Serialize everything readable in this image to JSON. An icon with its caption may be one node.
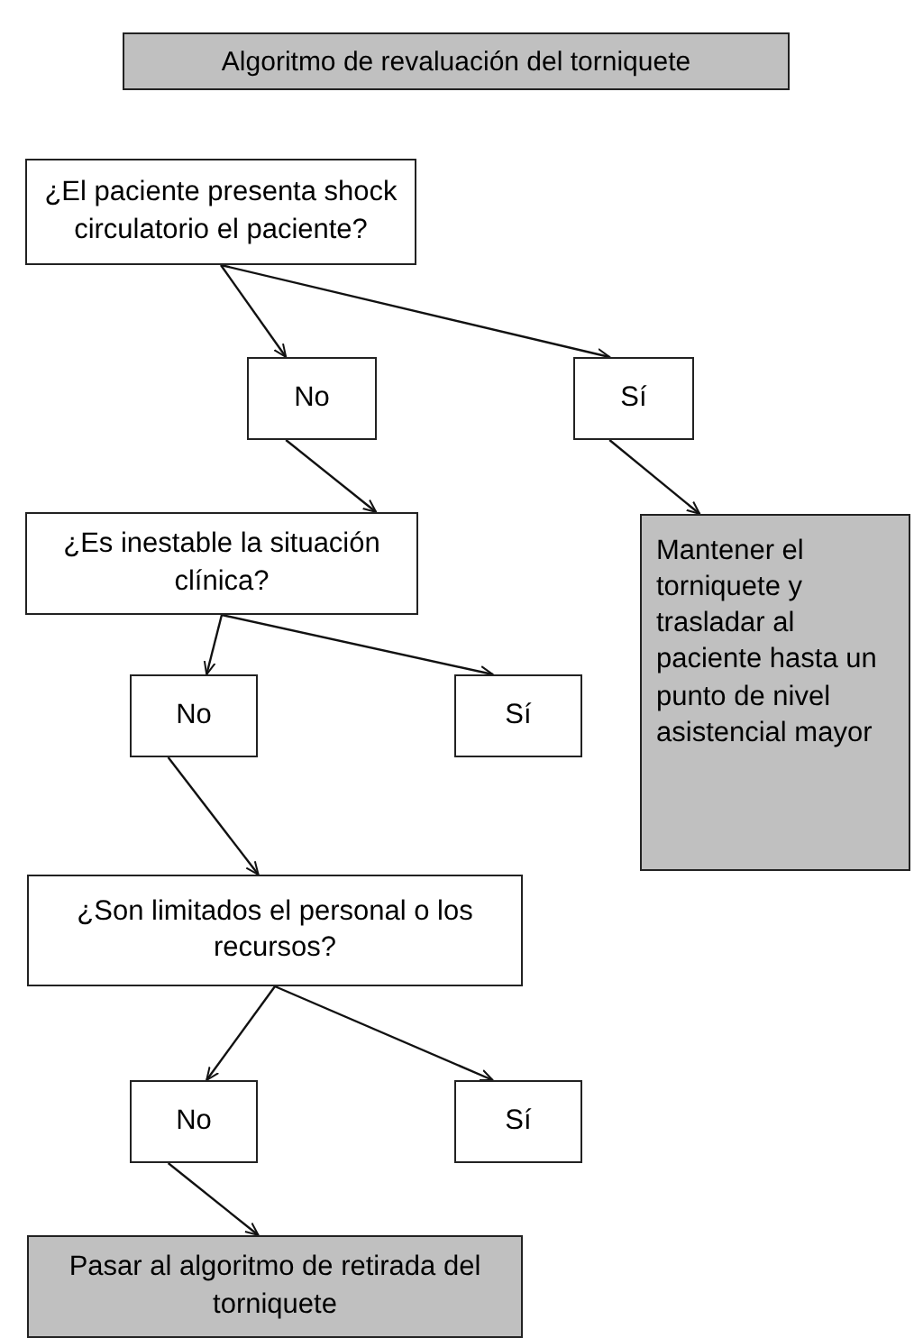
{
  "diagram": {
    "title": "Algoritmo de revaluación del torniquete",
    "nodes": [
      {
        "text": [
          "¿El paciente presenta shock circulatorio el paciente?"
        ]
      },
      {
        "text": [
          "No"
        ]
      },
      {
        "text": [
          "Sí"
        ]
      },
      {
        "text": [
          "¿Es inestable la situación clínica?"
        ]
      },
      {
        "text": [
          "No"
        ]
      },
      {
        "text": [
          "Sí"
        ]
      },
      {
        "text": [
          "Mantener el torniquete y trasladar al paciente hasta un punto de nivel asistencial mayor"
        ]
      },
      {
        "text": [
          "¿Son limitados el personal o los recursos?"
        ]
      },
      {
        "text": [
          "No"
        ]
      },
      {
        "text": [
          "Sí"
        ]
      },
      {
        "text": [
          "Pasar al algoritmo de retirada del torniquete"
        ]
      }
    ],
    "edges": [
      {
        "from": 0,
        "to": 1,
        "arrow": "to"
      },
      {
        "from": 0,
        "to": 2,
        "arrow": "to"
      },
      {
        "from": 1,
        "to": 3,
        "arrow": "to"
      },
      {
        "from": 2,
        "to": 6,
        "arrow": "to"
      },
      {
        "from": 3,
        "to": 4,
        "arrow": "to"
      },
      {
        "from": 3,
        "to": 5,
        "arrow": "to"
      },
      {
        "from": 4,
        "to": 7,
        "arrow": "to"
      },
      {
        "from": 7,
        "to": 8,
        "arrow": "to"
      },
      {
        "from": 7,
        "to": 9,
        "arrow": "to"
      },
      {
        "from": 8,
        "to": 10,
        "arrow": "to"
      }
    ]
  }
}
